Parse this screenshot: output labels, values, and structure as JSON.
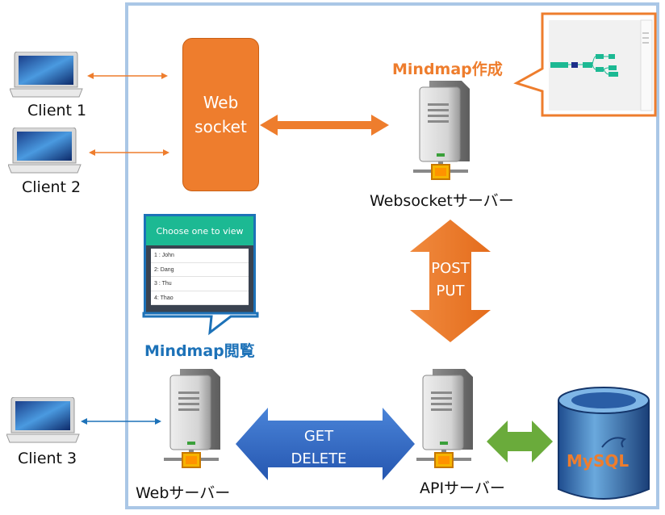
{
  "clients": {
    "client1": "Client 1",
    "client2": "Client 2",
    "client3": "Client 3"
  },
  "websocket_box": {
    "line1": "Web",
    "line2": "socket"
  },
  "servers": {
    "websocket_server": "Websocketサーバー",
    "web_server": "Webサーバー",
    "api_server": "APIサーバー"
  },
  "callouts": {
    "mindmap_create": "Mindmap作成",
    "mindmap_view": "Mindmap閲覧"
  },
  "viewer": {
    "header": "Choose one to view",
    "items": [
      "1 : John",
      "2: Dang",
      "3 : Thu",
      "4: Thao"
    ]
  },
  "arrows": {
    "post_put": {
      "line1": "POST",
      "line2": "PUT"
    },
    "get_delete": {
      "line1": "GET",
      "line2": "DELETE"
    }
  },
  "database": {
    "logo": "MySQL"
  },
  "colors": {
    "orange": "#ee7d2d",
    "blue": "#1d72b8",
    "green": "#6aab3b",
    "frame": "#aac7e6"
  }
}
